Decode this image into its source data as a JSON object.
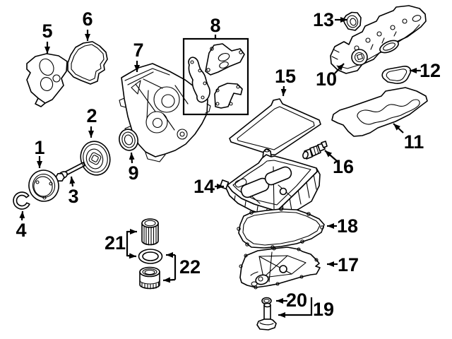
{
  "figure": {
    "background": "#ffffff",
    "line_color": "#000000"
  },
  "callouts": [
    {
      "num": "1"
    },
    {
      "num": "2"
    },
    {
      "num": "3"
    },
    {
      "num": "4"
    },
    {
      "num": "5"
    },
    {
      "num": "6"
    },
    {
      "num": "7"
    },
    {
      "num": "8"
    },
    {
      "num": "9"
    },
    {
      "num": "10"
    },
    {
      "num": "11"
    },
    {
      "num": "12"
    },
    {
      "num": "13"
    },
    {
      "num": "14"
    },
    {
      "num": "15"
    },
    {
      "num": "16"
    },
    {
      "num": "17"
    },
    {
      "num": "18"
    },
    {
      "num": "19"
    },
    {
      "num": "20"
    },
    {
      "num": "21"
    },
    {
      "num": "22"
    }
  ]
}
